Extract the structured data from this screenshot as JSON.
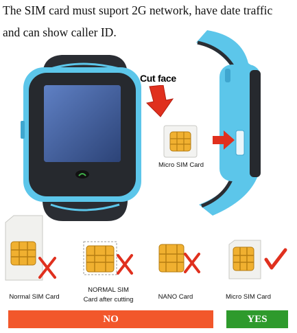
{
  "headline": {
    "line1": "The SIM card must suport 2G network, have date traffic",
    "line2": "and can show caller ID."
  },
  "callouts": {
    "cut_face": "Cut face",
    "micro_sim": "Micro SIM Card"
  },
  "sim_cards": [
    {
      "label_line1": "Normal SIM Card",
      "label_line2": "",
      "status": "reject"
    },
    {
      "label_line1": "NORMAL SIM",
      "label_line2": "Card after cutting",
      "status": "reject"
    },
    {
      "label_line1": "NANO Card",
      "label_line2": "",
      "status": "reject"
    },
    {
      "label_line1": "Micro SIM Card",
      "label_line2": "",
      "status": "accept"
    }
  ],
  "verdict": {
    "no_label": "NO",
    "yes_label": "YES"
  },
  "colors": {
    "reject_bar": "#f2572b",
    "accept_bar": "#2e9a2c",
    "arrow_red": "#e0301e",
    "chip_gold": "#f0b030",
    "watch_blue": "#5cc6ea",
    "watch_dark": "#26292e"
  },
  "icons": {
    "reject": "cross-mark-icon",
    "accept": "check-mark-icon",
    "down_arrow": "red-down-arrow-icon",
    "right_arrow": "red-right-arrow-icon"
  }
}
